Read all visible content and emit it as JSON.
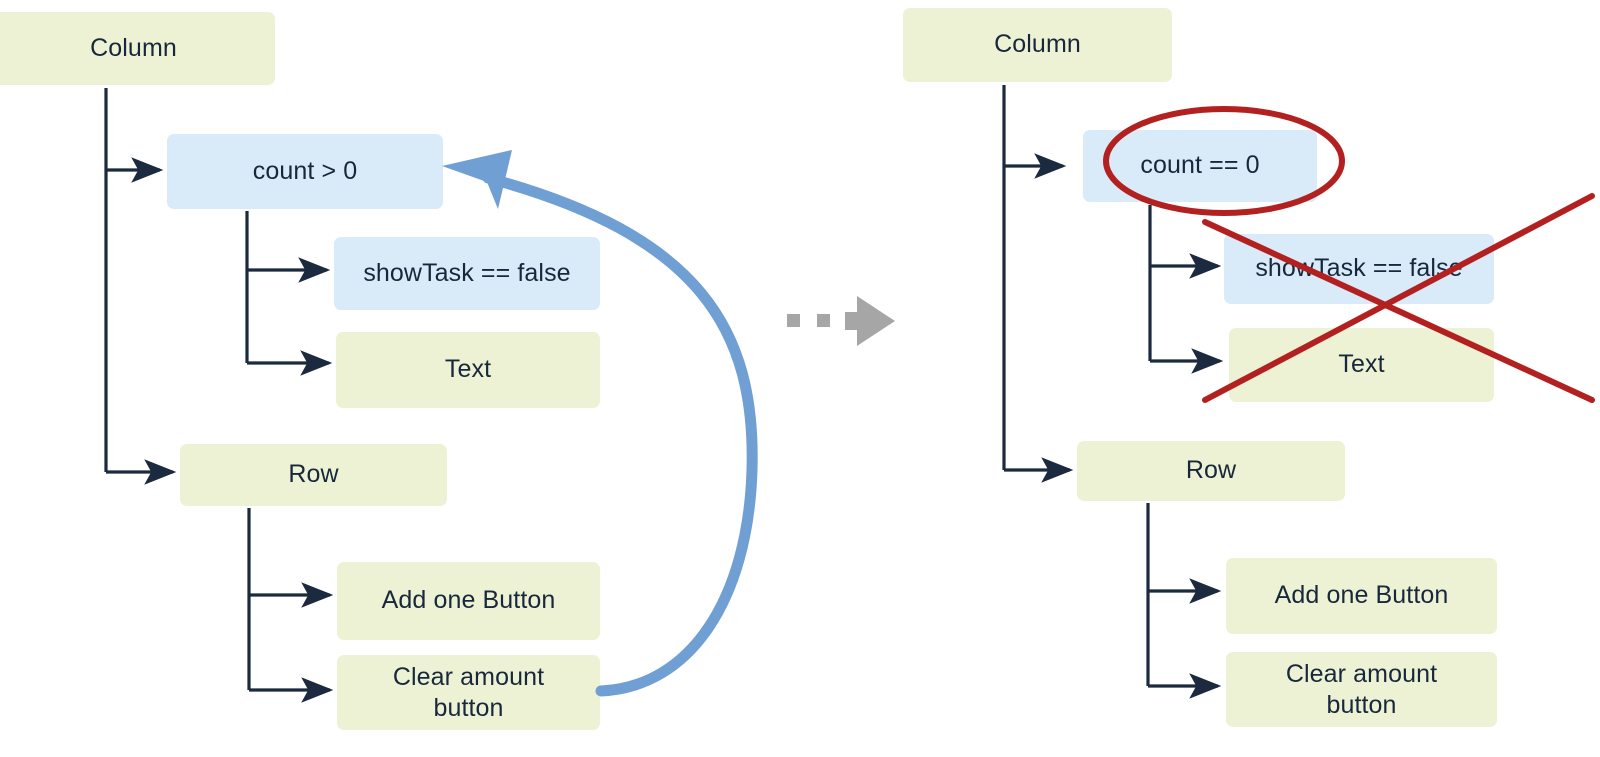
{
  "diagram": {
    "title": "Flutter widget tree conditional rebuild",
    "colors": {
      "widget_box_fill": "#eef2d4",
      "condition_box_fill": "#d9eaf9",
      "connector": "#1b2a3e",
      "loop_arrow": "#6f9fd3",
      "annotation_red": "#b32020",
      "transition_arrow": "#a6a6a6",
      "text": "#18283c",
      "background": "#ffffff"
    },
    "panels": [
      {
        "id": "before",
        "nodes": {
          "root": "Column",
          "condition": "count > 0",
          "nested_condition": "showTask == false",
          "text": "Text",
          "row": "Row",
          "add_button": "Add one Button",
          "clear_button": "Clear amount\nbutton",
          "clear_button_line1": "Clear amount",
          "clear_button_line2": "button"
        },
        "annotations": {
          "loop_arrow": "rebuild-loop-arrow"
        }
      },
      {
        "id": "after",
        "nodes": {
          "root": "Column",
          "condition": "count == 0",
          "nested_condition": "showTask == false",
          "text": "Text",
          "row": "Row",
          "add_button": "Add one Button",
          "clear_button_line1": "Clear amount",
          "clear_button_line2": "button"
        },
        "annotations": {
          "highlight_ellipse": "count-condition-circled",
          "strikeout_cross": "subtree-removed-cross"
        }
      }
    ],
    "transition": {
      "name": "progress-arrow",
      "dot_count": 2
    }
  }
}
